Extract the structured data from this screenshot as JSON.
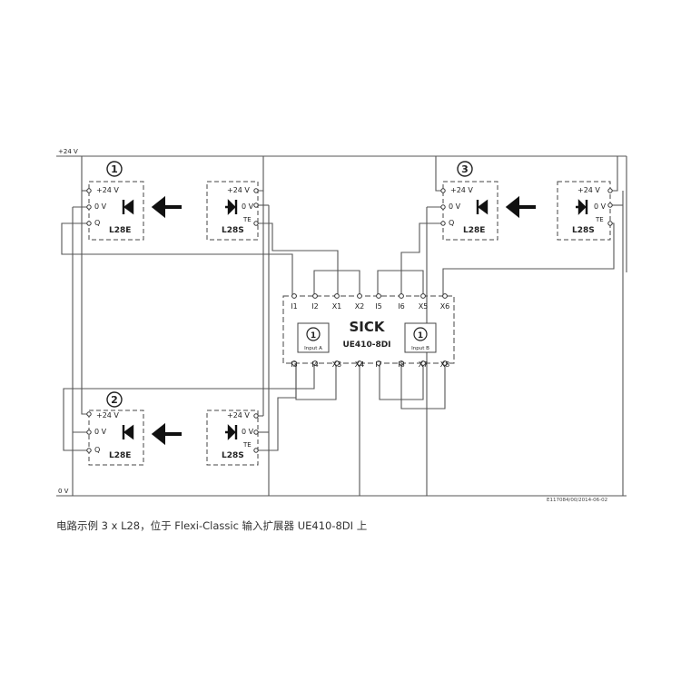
{
  "rails": {
    "supply": "+24 V",
    "ground": "0 V"
  },
  "sensors": {
    "group1": {
      "marker": "1",
      "receiver": {
        "supply": "+24 V",
        "ground": "0 V",
        "output": "Q",
        "model": "L28E"
      },
      "sender": {
        "supply": "+24 V",
        "ground": "0 V",
        "test": "TE",
        "model": "L28S"
      }
    },
    "group2": {
      "marker": "2",
      "receiver": {
        "supply": "+24 V",
        "ground": "0 V",
        "output": "Q",
        "model": "L28E"
      },
      "sender": {
        "supply": "+24 V",
        "ground": "0 V",
        "test": "TE",
        "model": "L28S"
      }
    },
    "group3": {
      "marker": "3",
      "receiver": {
        "supply": "+24 V",
        "ground": "0 V",
        "output": "Q",
        "model": "L28E"
      },
      "sender": {
        "supply": "+24 V",
        "ground": "0 V",
        "test": "TE",
        "model": "L28S"
      }
    }
  },
  "module": {
    "brand": "SICK",
    "model": "UE410-8DI",
    "top_terminals": [
      "I1",
      "I2",
      "X1",
      "X2",
      "I5",
      "I6",
      "X5",
      "X6"
    ],
    "bottom_terminals": [
      "I3",
      "I4",
      "X3",
      "X4",
      "I7",
      "I8",
      "X7",
      "X8"
    ],
    "switch_a": {
      "value": "1",
      "label": "Input A"
    },
    "switch_b": {
      "value": "1",
      "label": "Input B"
    }
  },
  "doc_id": "E117084/00/2014-06-02",
  "caption": "电路示例 3 x L28，位于 Flexi-Classic 输入扩展器 UE410-8DI 上"
}
